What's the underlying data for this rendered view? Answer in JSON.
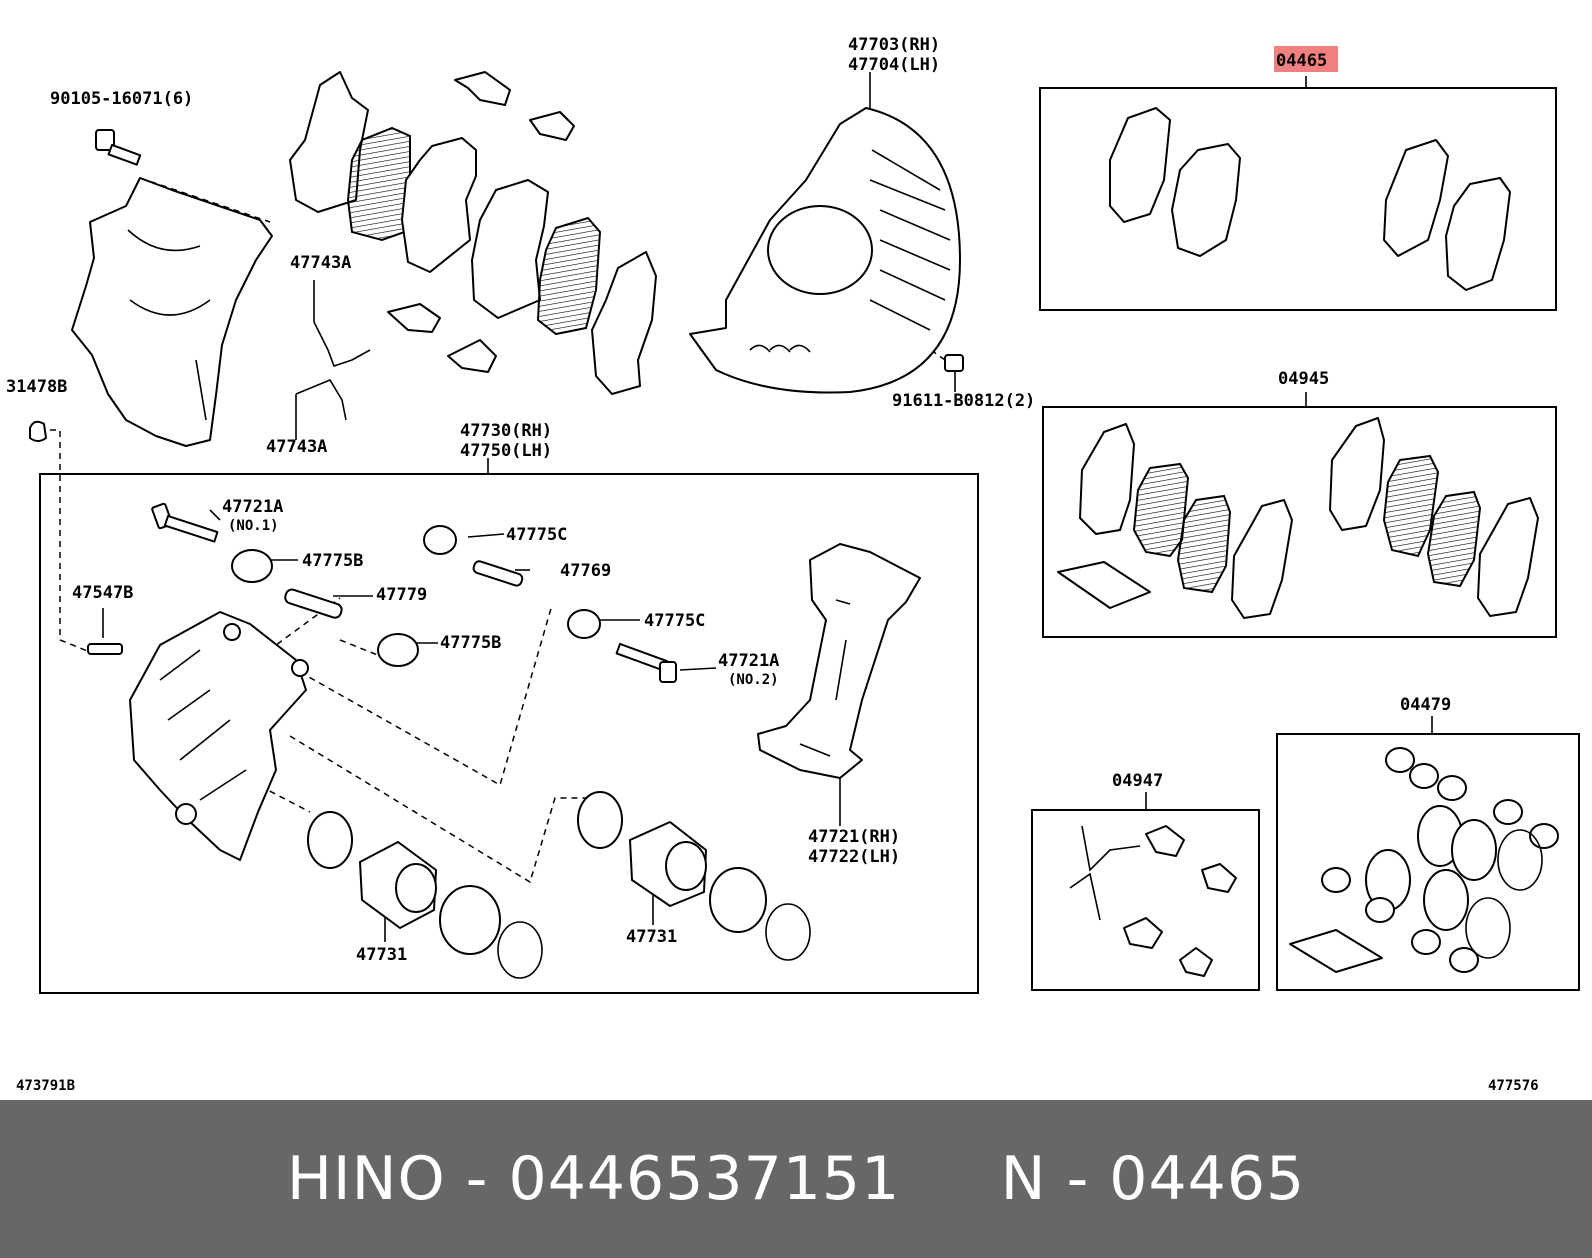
{
  "labels": {
    "top_bolt": "90105-16071(6)",
    "shield_rh": "47703(RH)",
    "shield_lh": "47704(LH)",
    "shield_bolt": "91611-B0812(2)",
    "pad_kit_main": "04465",
    "pad_kit_2": "04945",
    "kit_04947": "04947",
    "kit_04479": "04479",
    "clip_a_upper": "47743A",
    "clip_a_lower": "47743A",
    "bleeder_cap": "31478B",
    "caliper_rh": "47730(RH)",
    "caliper_lh": "47750(LH)",
    "pin_bolt_1": "47721A",
    "pin_bolt_1_no": "(NO.1)",
    "boot_b_1": "47775B",
    "pin_47779": "47779",
    "boot_b_2": "47775B",
    "boot_c_1": "47775C",
    "pin_47769": "47769",
    "boot_c_2": "47775C",
    "pin_bolt_2": "47721A",
    "pin_bolt_2_no": "(NO.2)",
    "bleeder": "47547B",
    "mount_rh": "47721(RH)",
    "mount_lh": "47722(LH)",
    "piston_1": "47731",
    "piston_2": "47731",
    "ref_left": "473791B",
    "ref_right": "477576"
  },
  "footer": {
    "text": "HINO - 0446537151     N - 04465"
  },
  "colors": {
    "highlight": "#f08080",
    "footer_bg": "#676767"
  }
}
